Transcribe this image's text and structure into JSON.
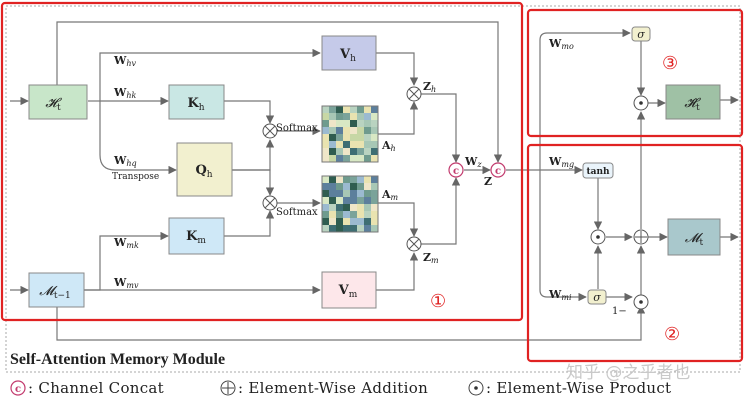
{
  "title": "Self-Attention Memory Module",
  "legend": [
    {
      "symbol": "c",
      "text": "Channel Concat"
    },
    {
      "symbol": "+",
      "text": "Element-Wise Addition"
    },
    {
      "symbol": "dot",
      "text": "Element-Wise Product"
    }
  ],
  "region_numbers": {
    "main": "①",
    "output": "③",
    "update": "②"
  },
  "watermark": "知乎 @之乎者也",
  "nodes": {
    "H_in": "𝓗",
    "H_in_sub": "t",
    "M_in": "𝓜",
    "M_in_sub": "t−1",
    "V_h": "V",
    "V_h_sub": "h",
    "K_h": "K",
    "K_h_sub": "h",
    "Q_h": "Q",
    "Q_h_sub": "h",
    "K_m": "K",
    "K_m_sub": "m",
    "V_m": "V",
    "V_m_sub": "m",
    "H_out": "𝓗̂",
    "H_out_sub": "t",
    "M_out": "𝓜",
    "M_out_sub": "t",
    "tanh": "tanh",
    "sigma_top": "σ",
    "sigma_bot": "σ"
  },
  "edge_labels": {
    "W_hv": "W",
    "W_hv_sub": "hv",
    "W_hk": "W",
    "W_hk_sub": "hk",
    "W_hq": "W",
    "W_hq_sub": "hq",
    "transpose": "Transpose",
    "softmax1": "Softmax",
    "softmax2": "Softmax",
    "A_h": "A",
    "A_h_sub": "h",
    "A_m": "A",
    "A_m_sub": "m",
    "Z_h": "Z",
    "Z_h_sub": "h",
    "Z_m": "Z",
    "Z_m_sub": "m",
    "W_mk": "W",
    "W_mk_sub": "mk",
    "W_mv": "W",
    "W_mv_sub": "mv",
    "W_z": "W",
    "W_z_sub": "z",
    "Z": "Z",
    "W_mo": "W",
    "W_mo_sub": "mo",
    "W_mg": "W",
    "W_mg_sub": "mg",
    "W_mi": "W",
    "W_mi_sub": "mi",
    "one_minus": "1−"
  },
  "colors": {
    "region_border": "#e02222",
    "green_box": "#c8e6c9",
    "blue_box": "#c5cae9",
    "teal_box": "#c9e7e4",
    "lightblue_box": "#cfe8f7",
    "pink_box": "#fde7ea",
    "yellow_box": "#f2f0cf",
    "gray_green_box": "#9fc1a5",
    "teal_out_box": "#a9c8cc"
  }
}
